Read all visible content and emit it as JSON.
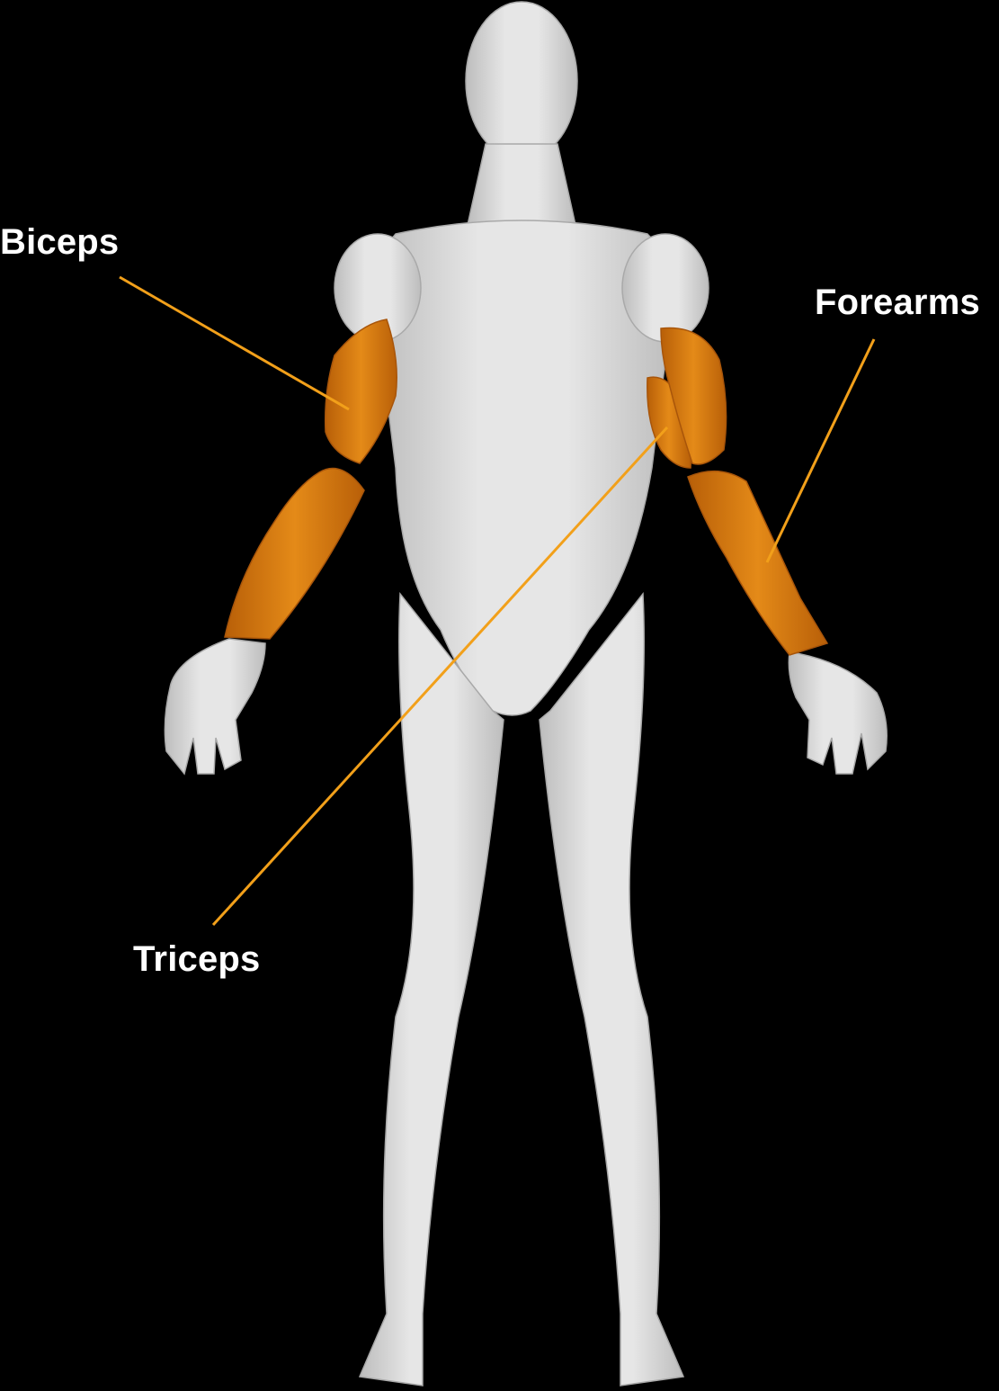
{
  "labels": {
    "biceps": "Biceps",
    "forearms": "Forearms",
    "triceps": "Triceps"
  },
  "colors": {
    "background": "#000000",
    "highlight": "#d9780c",
    "highlight_dark": "#a8550a",
    "leader_line": "#f2a01a",
    "body": "#dcdcdc",
    "label_text": "#ffffff"
  },
  "highlighted_muscles": [
    "biceps",
    "forearms",
    "triceps"
  ]
}
